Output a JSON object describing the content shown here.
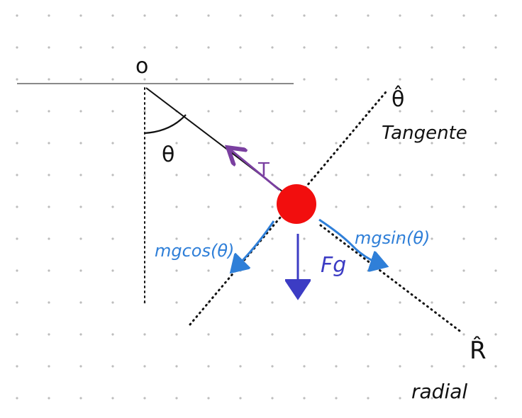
{
  "labels": {
    "origin": "o",
    "angle": "θ",
    "theta_hat": "θ̂",
    "tangent": "Tangente",
    "tension": "T",
    "mg_cos": "mgcos(θ)",
    "mg_sin": "mgsin(θ)",
    "gravity_force": "Fg",
    "r_hat": "R̂",
    "radial": "radial"
  },
  "colors": {
    "ink": "#111111",
    "ceiling": "#8a8a8a",
    "grid_dot": "#bdbdbd",
    "mass": "#f20e0e",
    "tension": "#7a3fa0",
    "component": "#2f7fd8",
    "gravity": "#3c3cc4"
  }
}
